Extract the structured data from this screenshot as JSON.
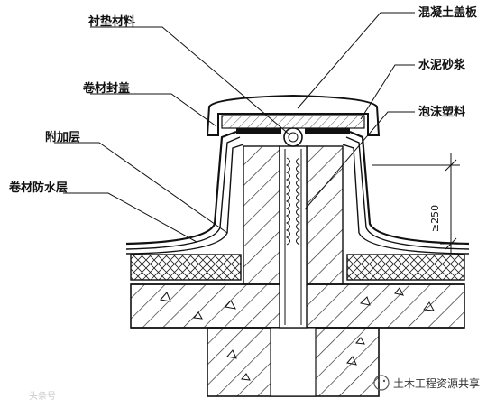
{
  "labels": {
    "lining_material": "衬垫材料",
    "roll_material_cover": "卷材封盖",
    "additional_layer": "附加层",
    "roll_waterproof_layer": "卷材防水层",
    "concrete_cover_plate": "混凝土盖板",
    "cement_mortar": "水泥砂浆",
    "foam_plastic": "泡沫塑料"
  },
  "dimension": {
    "value": "≥250"
  },
  "watermarks": {
    "left": "头条号",
    "right": "土木工程资源共享"
  }
}
